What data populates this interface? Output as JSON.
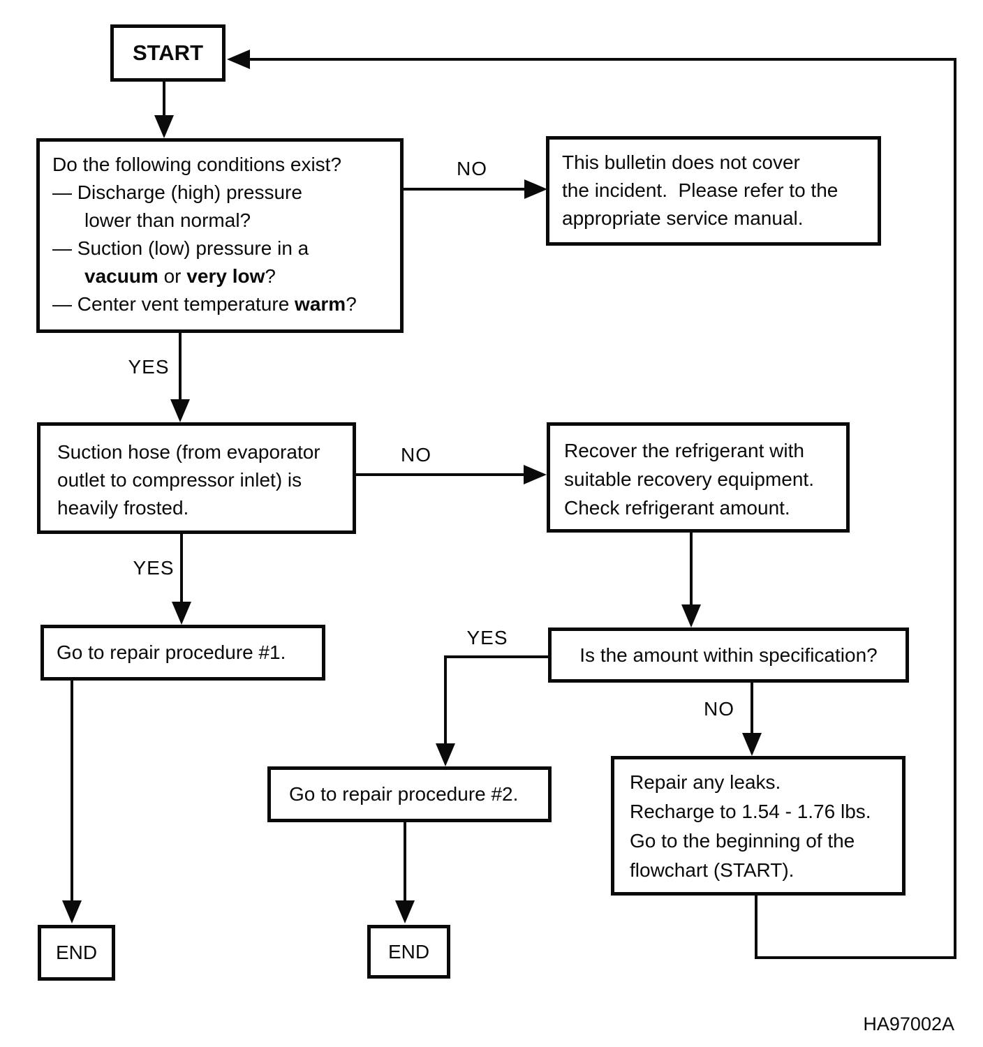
{
  "page": {
    "figure_id": "HA97002A",
    "ink_color": "#0a0a0a",
    "background_color": "#ffffff"
  },
  "edge_labels": {
    "yes": "YES",
    "no": "NO"
  },
  "nodes": {
    "start": {
      "label": "START"
    },
    "conditions": {
      "title": "Do the following conditions exist?",
      "item1_line1": "— Discharge (high) pressure",
      "item1_line2": "lower than normal?",
      "item2_line1": "— Suction (low) pressure in a",
      "item2_bold1": "vacuum",
      "item2_mid": " or ",
      "item2_bold2": "very low",
      "item2_end": "?",
      "item3_pre": "— Center vent temperature ",
      "item3_bold": "warm",
      "item3_end": "?"
    },
    "bulletin": {
      "line1": "This bulletin does not cover",
      "line2": "the incident.  Please refer to the",
      "line3": "appropriate service manual."
    },
    "suction": {
      "line1": "Suction hose (from evaporator",
      "line2": "outlet to compressor inlet) is",
      "line3": "heavily frosted."
    },
    "recover": {
      "line1": "Recover the refrigerant with",
      "line2": "suitable recovery equipment.",
      "line3": "Check refrigerant amount."
    },
    "procedure1": {
      "label": "Go to repair procedure #1."
    },
    "spec": {
      "label": "Is the amount within specification?"
    },
    "procedure2": {
      "label": "Go to repair procedure #2."
    },
    "repair": {
      "line1": "Repair any leaks.",
      "line2": "Recharge to 1.54 - 1.76 lbs.",
      "line3": "Go to the beginning of the",
      "line4": "flowchart (START)."
    },
    "end1": {
      "label": "END"
    },
    "end2": {
      "label": "END"
    }
  }
}
